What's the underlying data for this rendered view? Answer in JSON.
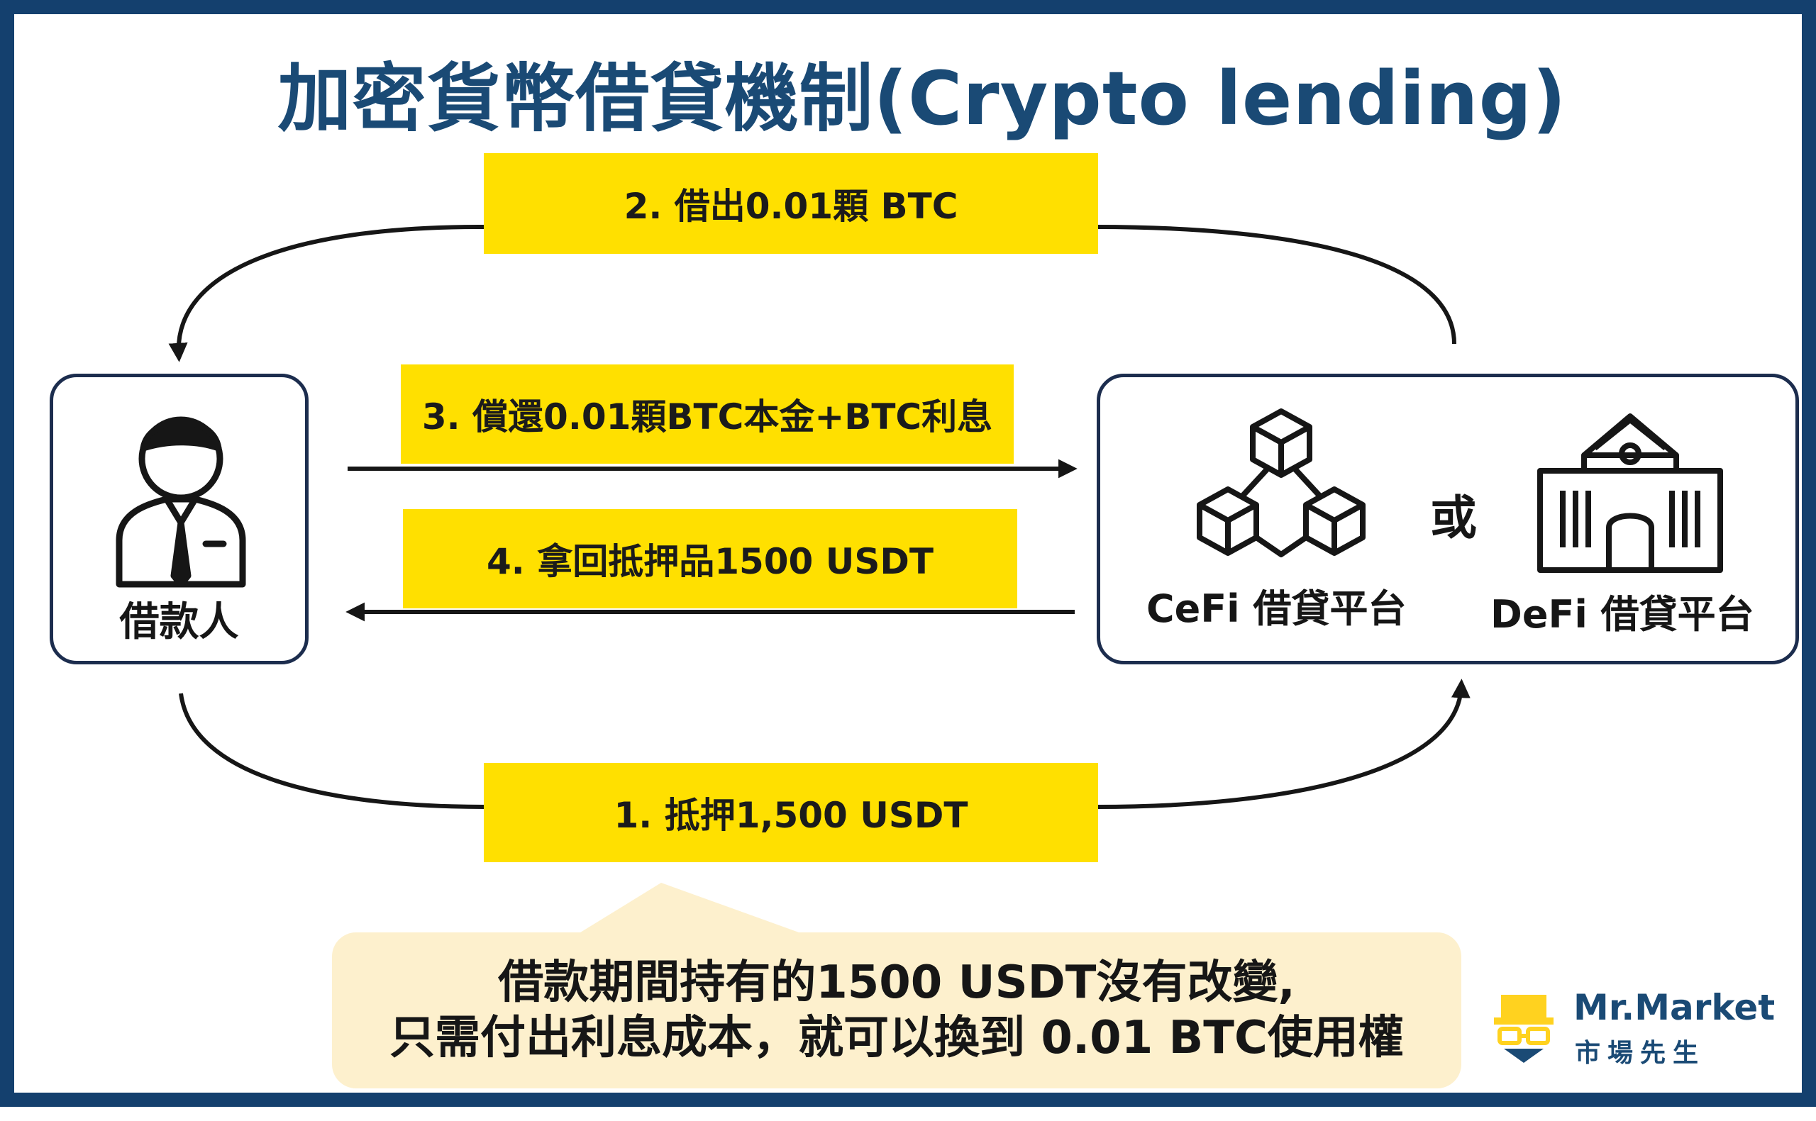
{
  "title": "加密貨幣借貸機制(Crypto lending)",
  "steps": {
    "step1": "1. 抵押1,500 USDT",
    "step2": "2. 借出0.01顆 BTC",
    "step3": "3. 償還0.01顆BTC本金+BTC利息",
    "step4": "4. 拿回抵押品1500 USDT"
  },
  "borrower": {
    "label": "借款人",
    "icon": "person-icon"
  },
  "platforms": {
    "cefi_label": "CeFi 借貸平台",
    "cefi_icon": "blocks-icon",
    "or_label": "或",
    "defi_label": "DeFi 借貸平台",
    "defi_icon": "bank-building-icon"
  },
  "note": {
    "line1": "借款期間持有的1500 USDT沒有改變,",
    "line2": "只需付出利息成本，就可以換到 0.01 BTC使用權"
  },
  "brand": {
    "name": "Mr.Market",
    "subtitle": "市場先生",
    "logo_icon": "mr-market-logo-icon"
  },
  "colors": {
    "frame": "#14406e",
    "title": "#1a4a75",
    "highlight": "#ffe000",
    "note_bg": "#fdf0cd",
    "card_border": "#1c2d4e"
  }
}
